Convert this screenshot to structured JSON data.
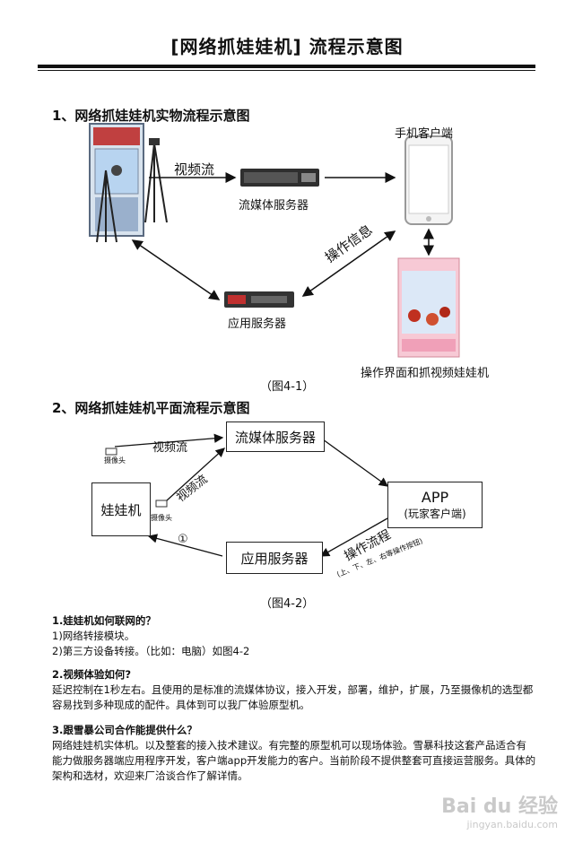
{
  "title": "[网络抓娃娃机] 流程示意图",
  "section1": {
    "heading": "1、网络抓娃娃机实物流程示意图",
    "labels": {
      "video_stream": "视频流",
      "streaming_server": "流媒体服务器",
      "mobile_client": "手机客户端",
      "operation_info": "操作信息",
      "app_server": "应用服务器",
      "ui_caption": "操作界面和抓视频娃娃机"
    },
    "figure_caption": "（图4-1）"
  },
  "section2": {
    "heading": "2、网络抓娃娃机平面流程示意图",
    "boxes": {
      "claw_machine": "娃娃机",
      "streaming_server": "流媒体服务器",
      "app_title": "APP",
      "app_sub": "(玩家客户端)",
      "app_server": "应用服务器"
    },
    "labels": {
      "video_stream_1": "视频流",
      "video_stream_2": "视频流",
      "camera_1": "摄像头",
      "camera_2": "摄像头",
      "step1": "①",
      "operation_flow": "操作流程",
      "operation_detail": "(上、下、左、右等操作按钮)"
    },
    "figure_caption": "（图4-2）"
  },
  "faq": [
    {
      "question": "1.娃娃机如何联网的？",
      "answers": [
        "1)网络转接模块。",
        "2)第三方设备转接。（比如：电脑）如图4-2"
      ]
    },
    {
      "question": "2.视频体验如何?",
      "answers": [
        "延迟控制在1秒左右。且使用的是标准的流媒体协议，接入开发，部署，维护，扩展，乃至摄像机的选型都容易找到多种现成的配件。具体到可以我厂体验原型机。"
      ]
    },
    {
      "question": "3.跟雪暴公司合作能提供什么？",
      "answers": [
        "网络娃娃机实体机。以及整套的接入技术建议。有完整的原型机可以现场体验。雪暴科技这套产品适合有能力做服务器端应用程序开发，客户端app开发能力的客户。当前阶段不提供整套可直接运营服务。具体的架构和选材，欢迎来厂洽谈合作了解详情。"
      ]
    }
  ],
  "watermark": {
    "brand": "Bai du 经验",
    "url": "jingyan.baidu.com"
  }
}
